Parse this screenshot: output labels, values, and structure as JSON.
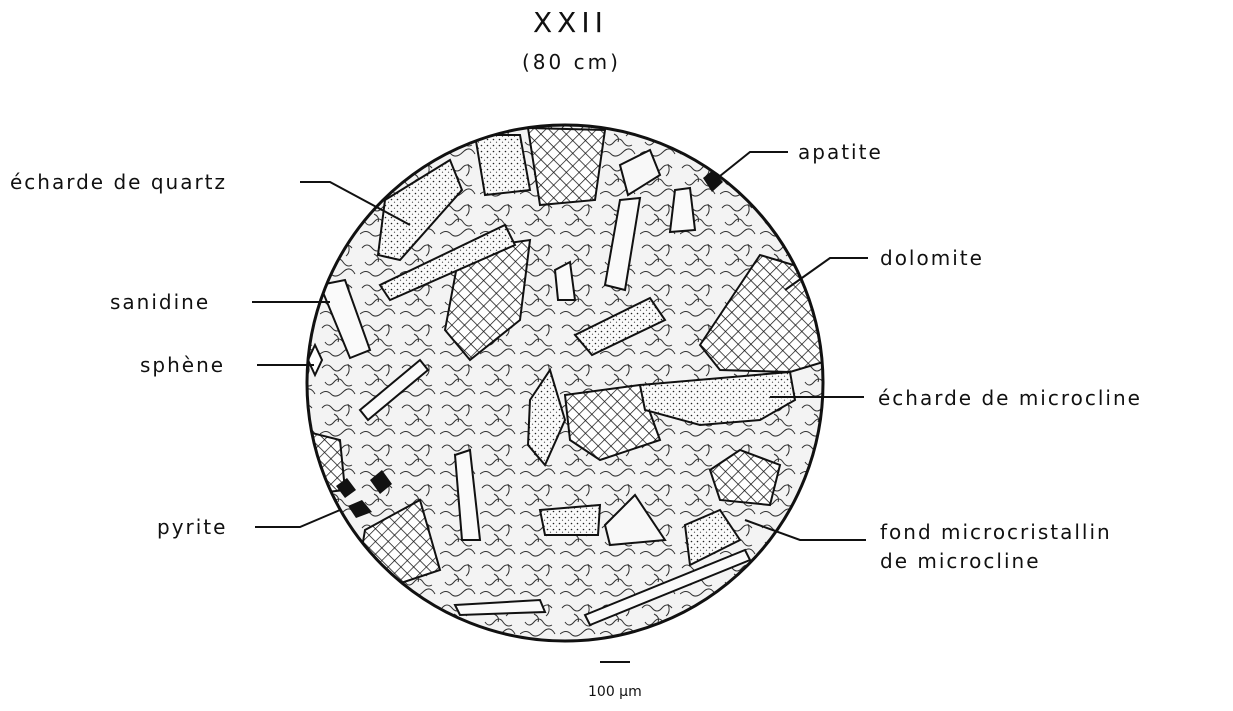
{
  "title": "XXII",
  "subtitle": "(80 cm)",
  "labels": {
    "echarde_quartz": "écharde de quartz",
    "sanidine": "sanidine",
    "sphene": "sphène",
    "pyrite": "pyrite",
    "apatite": "apatite",
    "dolomite": "dolomite",
    "echarde_microcline": "écharde de microcline",
    "fond_line1": "fond microcristallin",
    "fond_line2": "de microcline"
  },
  "scale_bar": {
    "label": "100 µm"
  },
  "colors": {
    "ink": "#111111",
    "section_fill": "#f3f3f3",
    "background": "#ffffff"
  }
}
